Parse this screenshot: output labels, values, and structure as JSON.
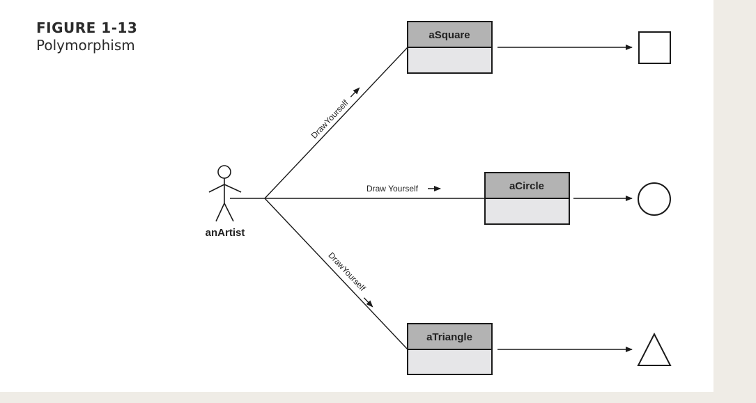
{
  "figure": {
    "number": "FIGURE 1-13",
    "title": "Polymorphism"
  },
  "actor": {
    "name": "anArtist"
  },
  "objects": [
    {
      "id": "square",
      "name": "aSquare",
      "shape": "square"
    },
    {
      "id": "circle",
      "name": "aCircle",
      "shape": "circle"
    },
    {
      "id": "triangle",
      "name": "aTriangle",
      "shape": "triangle"
    }
  ],
  "messages": [
    {
      "to": "square",
      "label": "DrawYourself"
    },
    {
      "to": "circle",
      "label": "Draw Yourself"
    },
    {
      "to": "triangle",
      "label": "DrawYourself"
    }
  ],
  "colors": {
    "header_fill": "#b3b3b3",
    "body_fill": "#e6e6e8",
    "stroke": "#1a1a1a",
    "page_background": "#ffffff",
    "outer_background": "#efece6"
  }
}
